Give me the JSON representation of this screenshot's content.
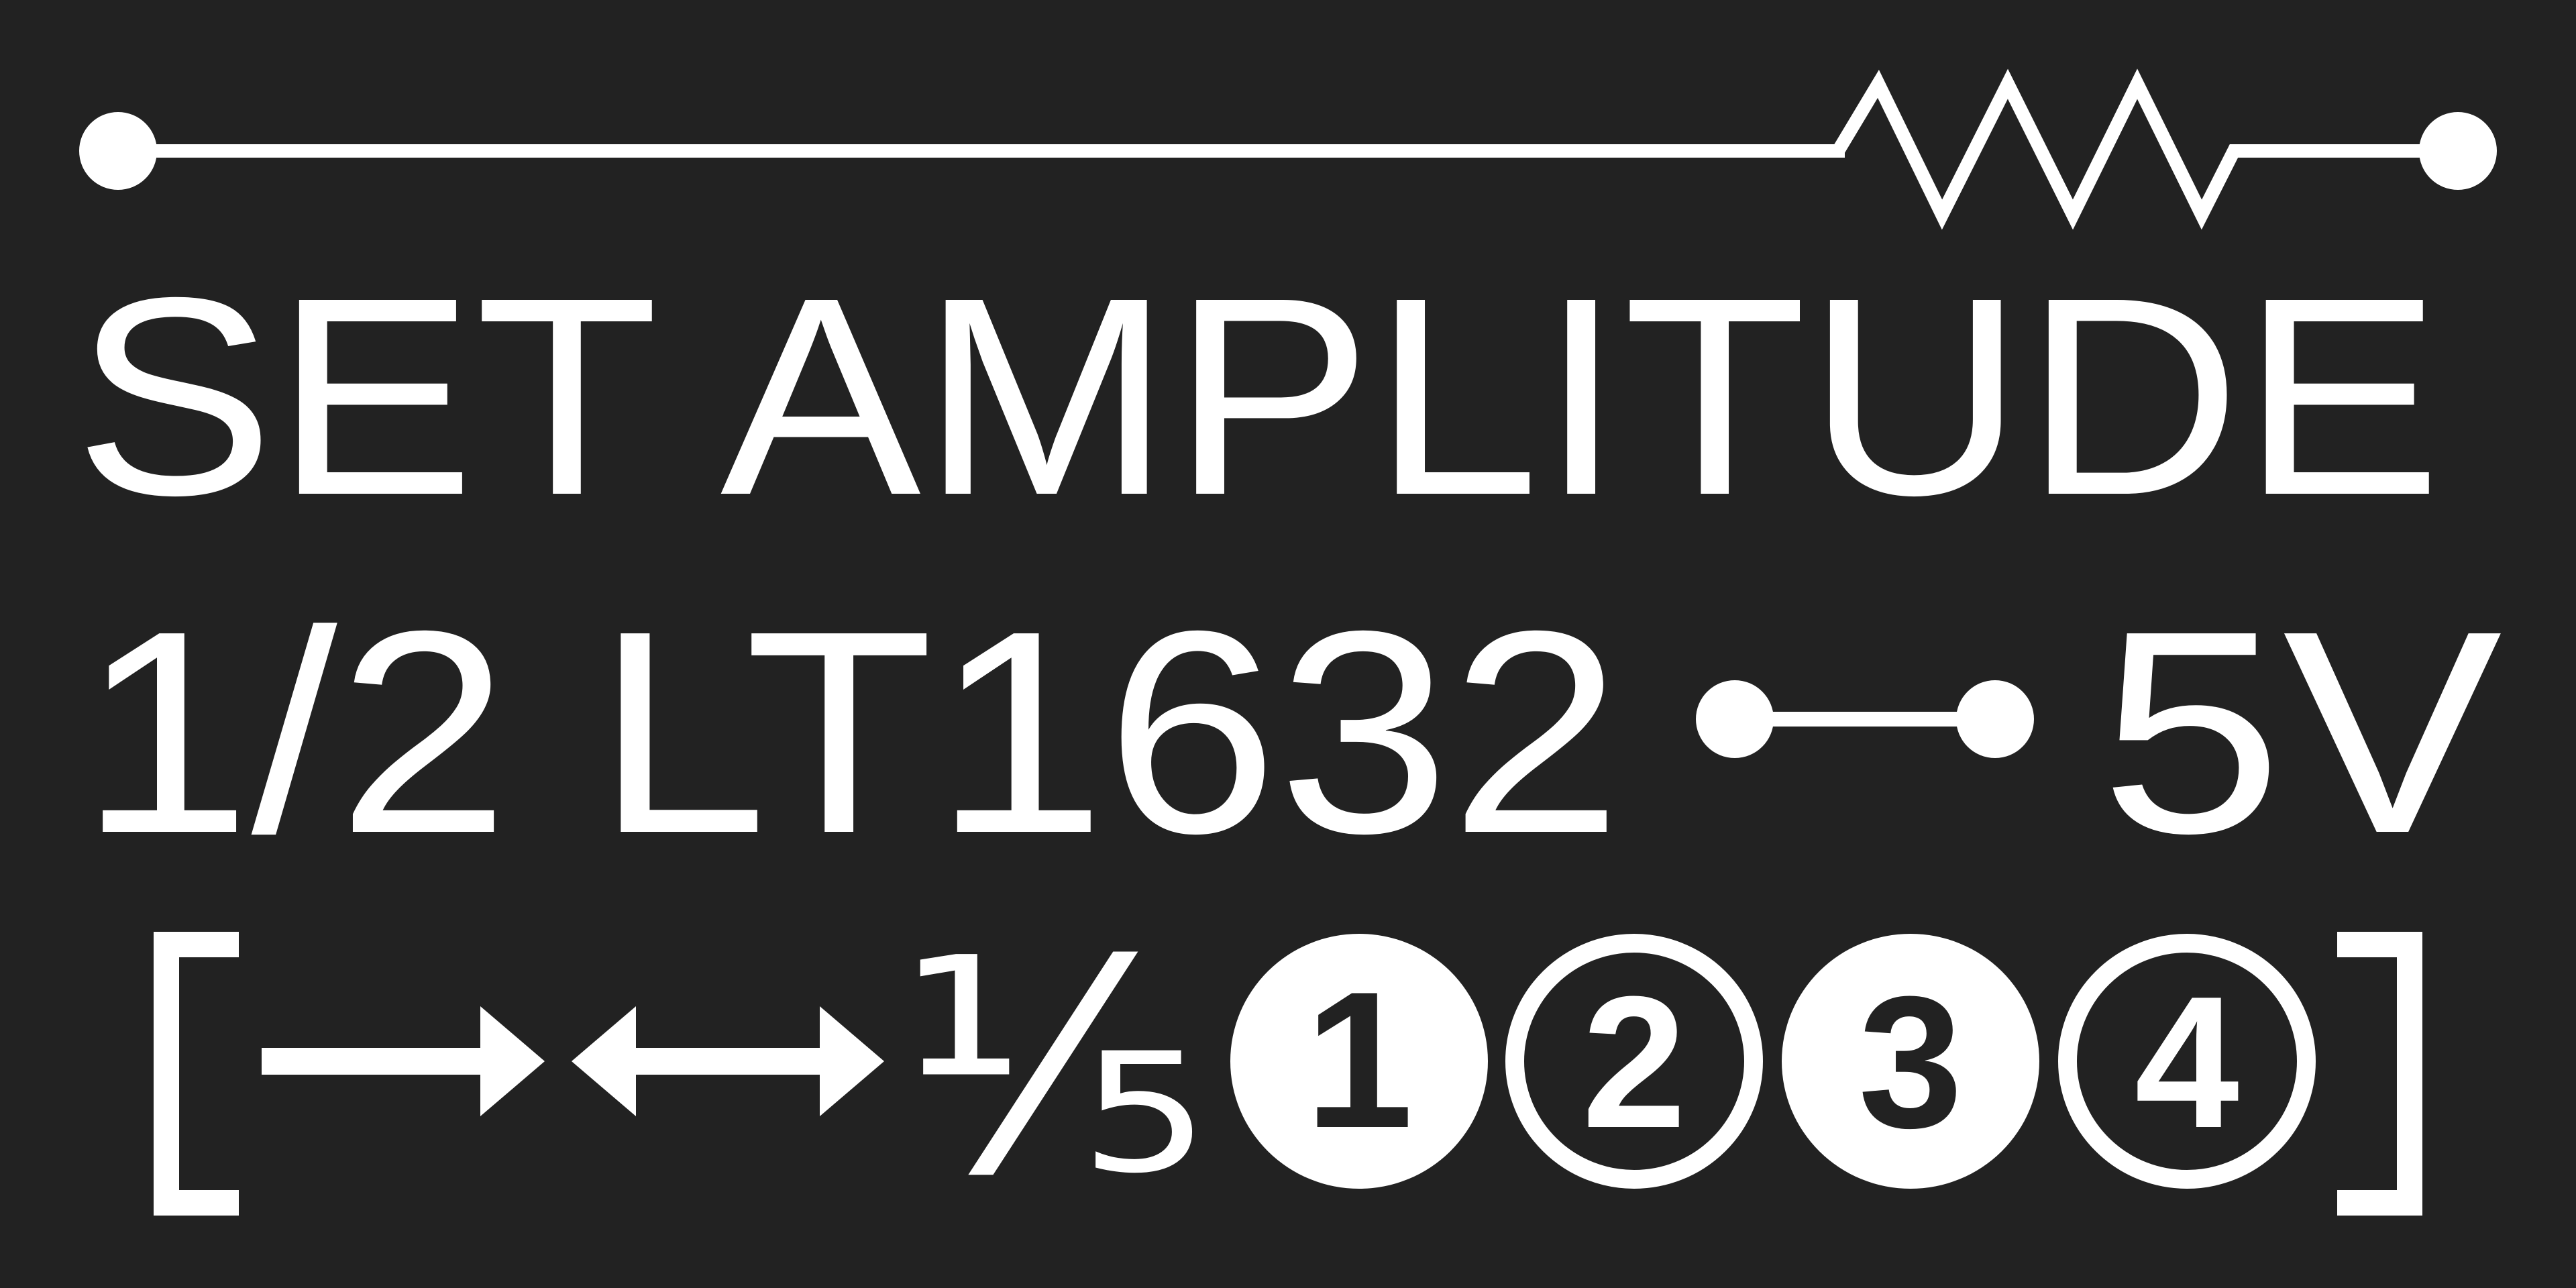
{
  "colors": {
    "background": "#222222",
    "foreground": "#ffffff"
  },
  "line1": {
    "icon": "resistor-symbol"
  },
  "line2": {
    "text": "SET AMPLITUDE"
  },
  "line3": {
    "part": "1/2 LT1632",
    "connector_icon": "wire-connector-symbol",
    "voltage": "5V"
  },
  "line4": {
    "open_bracket": "[",
    "arrow_right_icon": "long-right-arrow",
    "arrow_both_icon": "long-left-right-arrow",
    "fraction": "⅕",
    "circled": [
      {
        "text": "1",
        "style": "filled"
      },
      {
        "text": "2",
        "style": "outlined"
      },
      {
        "text": "3",
        "style": "filled"
      },
      {
        "text": "4",
        "style": "outlined"
      }
    ],
    "close_bracket": "]"
  }
}
